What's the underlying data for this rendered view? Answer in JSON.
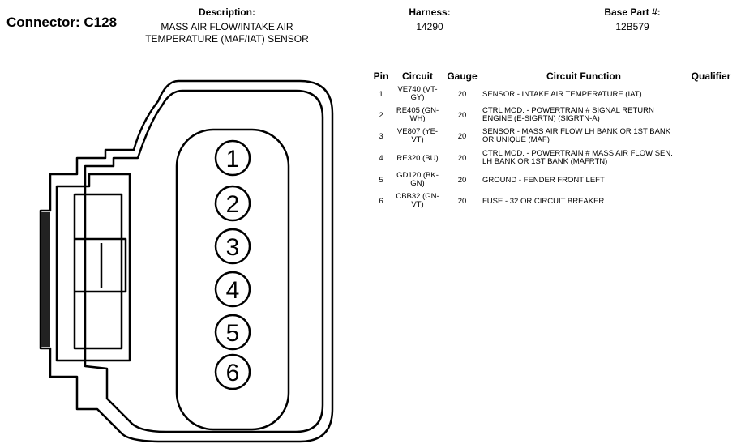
{
  "header": {
    "connector": "Connector: C128",
    "description_label": "Description:",
    "description_line1": "MASS AIR FLOW/INTAKE AIR",
    "description_line2": "TEMPERATURE (MAF/IAT) SENSOR",
    "harness_label": "Harness:",
    "harness_value": "14290",
    "base_part_label": "Base Part #:",
    "base_part_value": "12B579"
  },
  "table": {
    "columns": [
      "Pin",
      "Circuit",
      "Gauge",
      "Circuit Function",
      "Qualifier"
    ],
    "rows": [
      {
        "pin": "1",
        "circuit_l1": "VE740 (VT-",
        "circuit_l2": "GY)",
        "gauge": "20",
        "func_l1": "SENSOR - INTAKE AIR TEMPERATURE (IAT)",
        "func_l2": ""
      },
      {
        "pin": "2",
        "circuit_l1": "RE405 (GN-",
        "circuit_l2": "WH)",
        "gauge": "20",
        "func_l1": "CTRL MOD. - POWERTRAIN # SIGNAL RETURN",
        "func_l2": "ENGINE (E-SIGRTN) (SIGRTN-A)"
      },
      {
        "pin": "3",
        "circuit_l1": "VE807 (YE-",
        "circuit_l2": "VT)",
        "gauge": "20",
        "func_l1": "SENSOR - MASS AIR FLOW LH BANK OR 1ST BANK",
        "func_l2": "OR UNIQUE (MAF)"
      },
      {
        "pin": "4",
        "circuit_l1": "RE320 (BU)",
        "circuit_l2": "",
        "gauge": "20",
        "func_l1": "CTRL MOD. - POWERTRAIN # MASS AIR FLOW SEN.",
        "func_l2": "LH BANK OR 1ST BANK (MAFRTN)"
      },
      {
        "pin": "5",
        "circuit_l1": "GD120 (BK-",
        "circuit_l2": "GN)",
        "gauge": "20",
        "func_l1": "GROUND - FENDER FRONT LEFT",
        "func_l2": ""
      },
      {
        "pin": "6",
        "circuit_l1": "CBB32 (GN-",
        "circuit_l2": "VT)",
        "gauge": "20",
        "func_l1": "FUSE - 32 OR CIRCUIT BREAKER",
        "func_l2": ""
      }
    ]
  },
  "connector_pins": [
    "1",
    "2",
    "3",
    "4",
    "5",
    "6"
  ]
}
